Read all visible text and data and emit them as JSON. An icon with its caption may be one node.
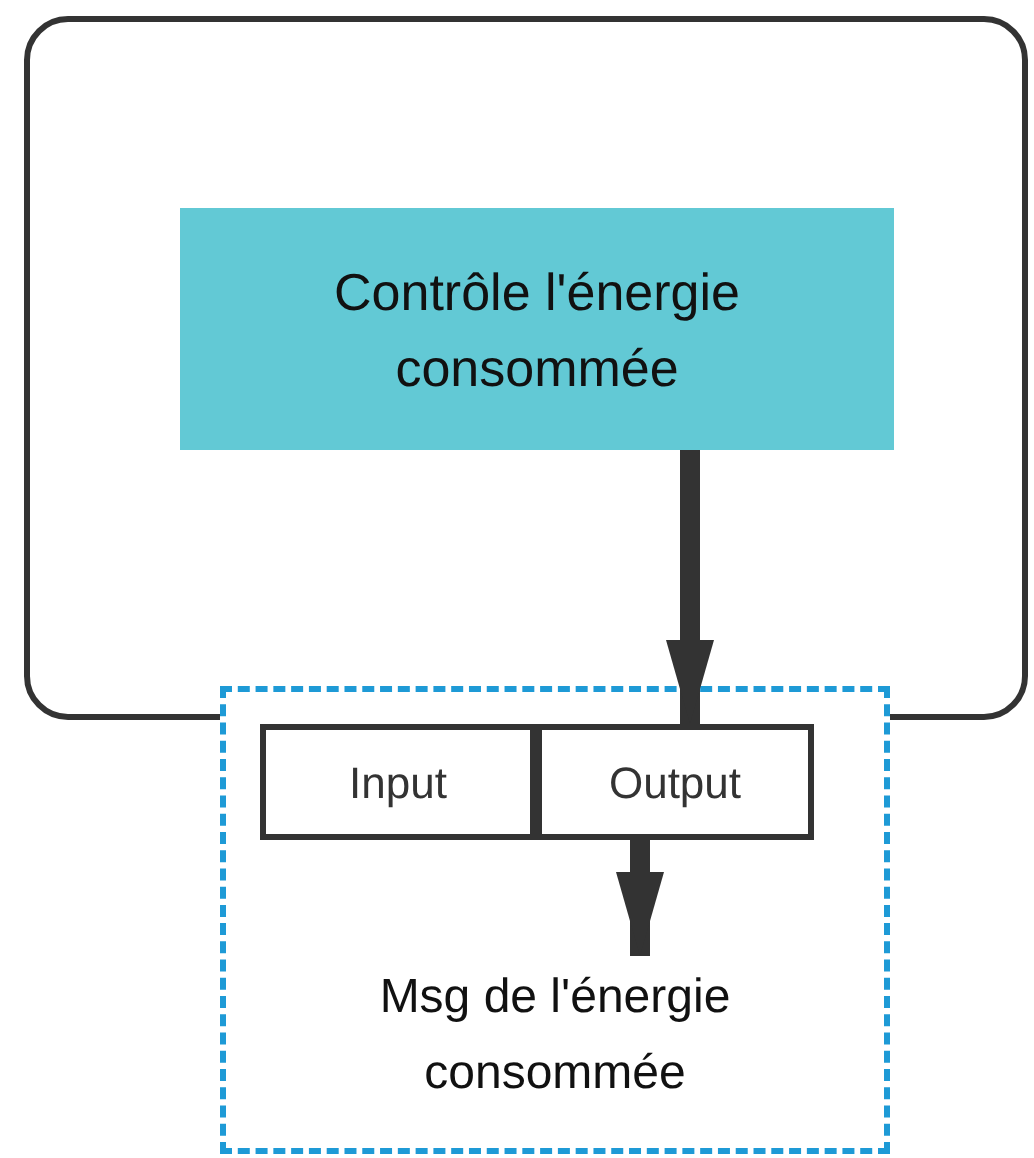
{
  "diagram": {
    "nodes": [
      {
        "text": [],
        "shape": "box"
      },
      {
        "text": [
          "Contrôle l'énergie consommée"
        ],
        "in": 0
      },
      {
        "text": [],
        "shape": "box"
      },
      {
        "text": [
          "Input"
        ],
        "in": 2
      },
      {
        "text": [
          "Output"
        ],
        "in": 2
      },
      {
        "text": [
          "Msg de l'énergie consommée"
        ],
        "in": 2
      }
    ],
    "edges": [
      {
        "from": 1,
        "to": 4,
        "arrow": "to"
      },
      {
        "from": 4,
        "to": 5,
        "arrow": "to"
      }
    ]
  }
}
